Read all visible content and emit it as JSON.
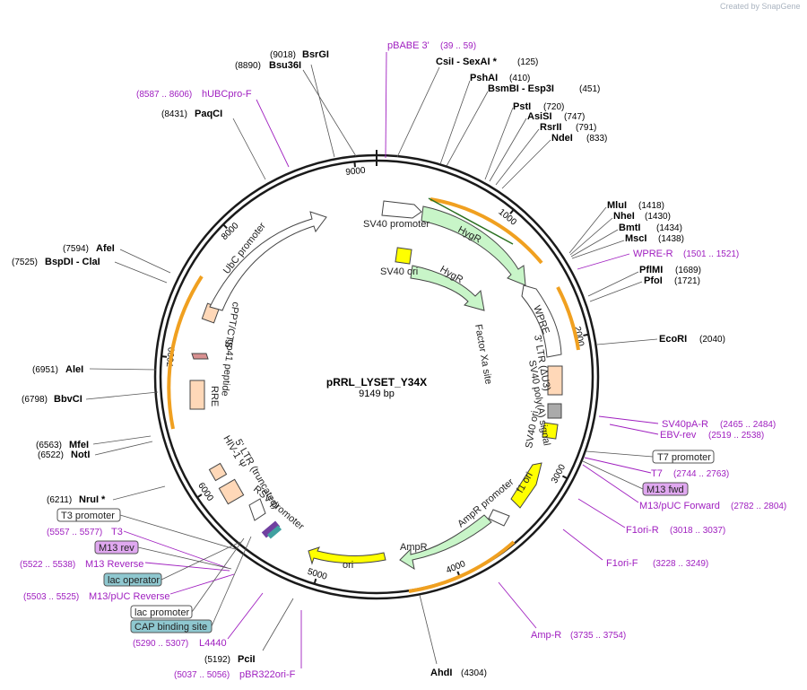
{
  "credit": "Created by SnapGene",
  "plasmid": {
    "name": "pRRL_LYSET_Y34X",
    "length_label": "9149 bp",
    "total_bp": 9149
  },
  "ticks": [
    {
      "label": "1000",
      "bp": 1000
    },
    {
      "label": "2000",
      "bp": 2000
    },
    {
      "label": "3000",
      "bp": 3000
    },
    {
      "label": "4000",
      "bp": 4000
    },
    {
      "label": "5000",
      "bp": 5000
    },
    {
      "label": "6000",
      "bp": 6000
    },
    {
      "label": "7000",
      "bp": 7000
    },
    {
      "label": "8000",
      "bp": 8000
    },
    {
      "label": "9000",
      "bp": 9000
    }
  ],
  "sites": [
    {
      "name": "BsrGI",
      "pos": "(9018)",
      "bp": 9018
    },
    {
      "name": "Bsu36I",
      "pos": "(8890)",
      "bp": 8890
    },
    {
      "name": "PaqCI",
      "pos": "(8431)",
      "bp": 8431
    },
    {
      "name": "AfeI",
      "pos": "(7594)",
      "bp": 7594
    },
    {
      "name": "BspDI  - ClaI",
      "pos": "(7525)",
      "bp": 7525
    },
    {
      "name": "AleI",
      "pos": "(6951)",
      "bp": 6951
    },
    {
      "name": "BbvCI",
      "pos": "(6798)",
      "bp": 6798
    },
    {
      "name": "MfeI",
      "pos": "(6563)",
      "bp": 6563
    },
    {
      "name": "NotI",
      "pos": "(6522)",
      "bp": 6522
    },
    {
      "name": "NruI *",
      "pos": "(6211)",
      "bp": 6211
    },
    {
      "name": "CsiI  - SexAI *",
      "pos": "(125)",
      "bp": 125
    },
    {
      "name": "PshAI",
      "pos": "(410)",
      "bp": 410
    },
    {
      "name": "BsmBI  - Esp3I",
      "pos": "(451)",
      "bp": 451
    },
    {
      "name": "PstI",
      "pos": "(720)",
      "bp": 720
    },
    {
      "name": "AsiSI",
      "pos": "(747)",
      "bp": 747
    },
    {
      "name": "RsrII",
      "pos": "(791)",
      "bp": 791
    },
    {
      "name": "NdeI",
      "pos": "(833)",
      "bp": 833
    },
    {
      "name": "MluI",
      "pos": "(1418)",
      "bp": 1418
    },
    {
      "name": "NheI",
      "pos": "(1430)",
      "bp": 1430
    },
    {
      "name": "BmtI",
      "pos": "(1434)",
      "bp": 1434
    },
    {
      "name": "MscI",
      "pos": "(1438)",
      "bp": 1438
    },
    {
      "name": "PflMI",
      "pos": "(1689)",
      "bp": 1689
    },
    {
      "name": "PfoI",
      "pos": "(1721)",
      "bp": 1721
    },
    {
      "name": "EcoRI",
      "pos": "(2040)",
      "bp": 2040
    },
    {
      "name": "PciI",
      "pos": "(5192)",
      "bp": 5192
    },
    {
      "name": "AhdI",
      "pos": "(4304)",
      "bp": 4304
    }
  ],
  "primers": [
    {
      "name": "pBABE 3'",
      "pos": "(39 .. 59)",
      "bp": 49
    },
    {
      "name": "hUBCpro-F",
      "pos": "(8587 .. 8606)",
      "bp": 8596
    },
    {
      "name": "WPRE-R",
      "pos": "(1501 .. 1521)",
      "bp": 1511
    },
    {
      "name": "SV40pA-R",
      "pos": "(2465 .. 2484)",
      "bp": 2474
    },
    {
      "name": "EBV-rev",
      "pos": "(2519 .. 2538)",
      "bp": 2528
    },
    {
      "name": "T7",
      "pos": "(2744 .. 2763)",
      "bp": 2753
    },
    {
      "name": "M13/pUC Forward",
      "pos": "(2782 .. 2804)",
      "bp": 2793
    },
    {
      "name": "F1ori-R",
      "pos": "(3018 .. 3037)",
      "bp": 3027
    },
    {
      "name": "F1ori-F",
      "pos": "(3228 .. 3249)",
      "bp": 3238
    },
    {
      "name": "Amp-R",
      "pos": "(3735 .. 3754)",
      "bp": 3744
    },
    {
      "name": "pBR322ori-F",
      "pos": "(5037 .. 5056)",
      "bp": 5046
    },
    {
      "name": "L4440",
      "pos": "(5290 .. 5307)",
      "bp": 5298
    },
    {
      "name": "M13/pUC Reverse",
      "pos": "(5503 .. 5525)",
      "bp": 5514
    },
    {
      "name": "M13 Reverse",
      "pos": "(5522 .. 5538)",
      "bp": 5530
    },
    {
      "name": "T3",
      "pos": "(5557 .. 5577)",
      "bp": 5567
    }
  ],
  "boxed_labels": [
    {
      "name": "T7 promoter",
      "style": "white"
    },
    {
      "name": "M13 fwd",
      "style": "purple"
    },
    {
      "name": "T3 promoter",
      "style": "white"
    },
    {
      "name": "M13 rev",
      "style": "purple"
    },
    {
      "name": "lac operator",
      "style": "teal"
    },
    {
      "name": "lac promoter",
      "style": "white"
    },
    {
      "name": "CAP binding site",
      "style": "teal"
    }
  ],
  "features": [
    {
      "name": "SV40 promoter"
    },
    {
      "name": "HygR"
    },
    {
      "name": "HygR"
    },
    {
      "name": "SV40 ori"
    },
    {
      "name": "WPRE"
    },
    {
      "name": "Factor Xa site"
    },
    {
      "name": "3' LTR (ΔU3)"
    },
    {
      "name": "SV40 poly(A) signal"
    },
    {
      "name": "SV40 ori"
    },
    {
      "name": "f1 ori"
    },
    {
      "name": "AmpR promoter"
    },
    {
      "name": "AmpR"
    },
    {
      "name": "ori"
    },
    {
      "name": "RSV promoter"
    },
    {
      "name": "5' LTR (truncated)"
    },
    {
      "name": "HIV-1 Ψ"
    },
    {
      "name": "RRE"
    },
    {
      "name": "gp41 peptide"
    },
    {
      "name": "cPPT/CTS"
    },
    {
      "name": "UbC promoter"
    }
  ],
  "colors": {
    "backbone": "#1a1a1a",
    "hygr": "#c8f5c8",
    "ampr": "#c8f5c8",
    "ori": "#ffff00",
    "orange_arc": "#f0a020",
    "primer": "#a020c0",
    "peach": "#ffd8b8",
    "teal_box": "#8fc8d0",
    "purple_box": "#e0a8f0"
  }
}
